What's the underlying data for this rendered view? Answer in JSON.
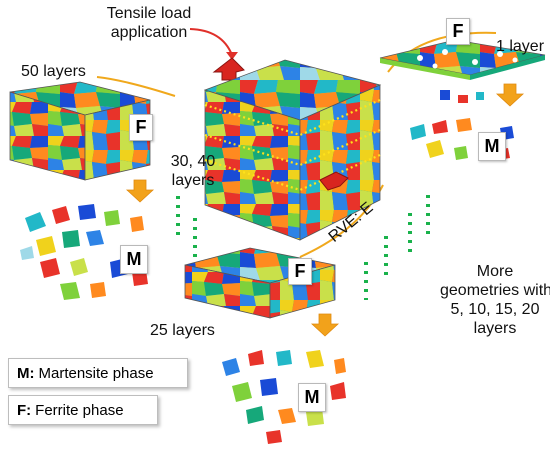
{
  "labels": {
    "tensile_load": "Tensile load\napplication",
    "layers_50": "50 layers",
    "layers_1": "1 layer",
    "layers_30_40": "30, 40\nlayers",
    "rve": "RVE: E",
    "layers_25": "25 layers",
    "more_geometries": "More\ngeometries with:\n5, 10, 15, 20\nlayers"
  },
  "badges": {
    "ferrite": "F",
    "martensite": "M"
  },
  "legend": {
    "martensite_key": "M:",
    "martensite_text": "Martensite phase",
    "ferrite_key": "F:",
    "ferrite_text": "Ferrite phase"
  },
  "colors": {
    "arrow_orange": "#f2a21b",
    "dotted_green": "#19b24b",
    "leader_line": "#f0a81c",
    "load_arrow": "#e0302a",
    "dotted_slice": "#ffe21a",
    "grain_palette": [
      "#e8332a",
      "#1a4bd6",
      "#22b8c8",
      "#7fd13b",
      "#f0d21c",
      "#ff8a1f",
      "#16a87a",
      "#2d83e6",
      "#c9e04a",
      "#9fd9e8"
    ]
  }
}
